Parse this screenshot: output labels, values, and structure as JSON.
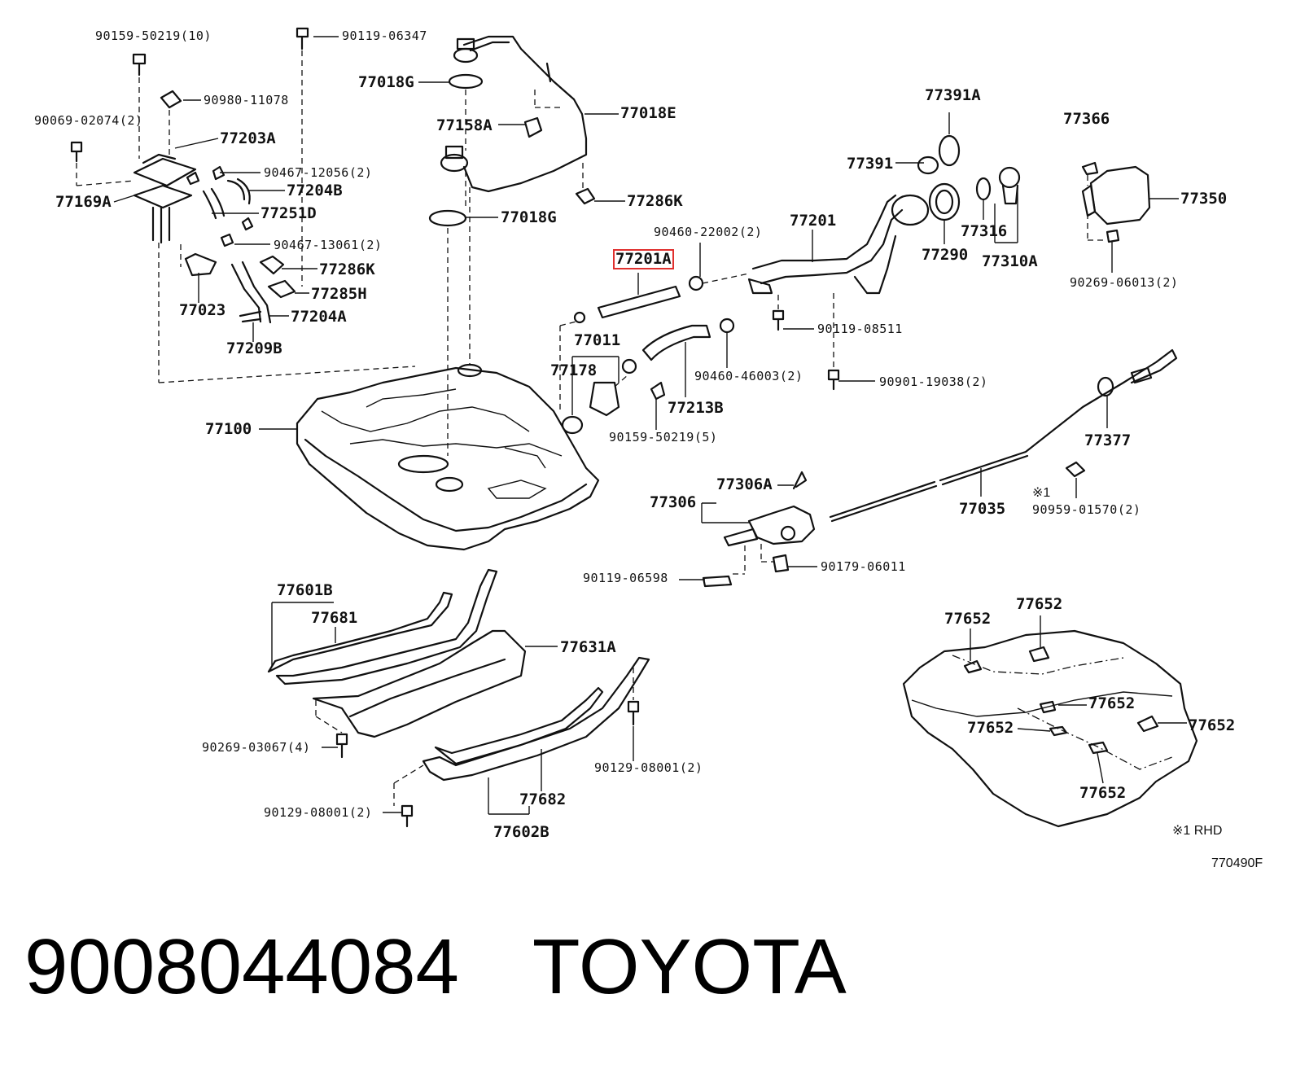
{
  "labels": {
    "l_90159_50219_10": "90159-50219(10)",
    "l_90119_06347": "90119-06347",
    "l_77018G_top": "77018G",
    "l_90980_11078": "90980-11078",
    "l_90069_02074": "90069-02074(2)",
    "l_77203A": "77203A",
    "l_77158A": "77158A",
    "l_77018E": "77018E",
    "l_90467_12056": "90467-12056(2)",
    "l_77204B": "77204B",
    "l_77169A": "77169A",
    "l_77251D": "77251D",
    "l_77018G_mid": "77018G",
    "l_77286K_top": "77286K",
    "l_90467_13061": "90467-13061(2)",
    "l_77286K_left": "77286K",
    "l_77285H": "77285H",
    "l_77023": "77023",
    "l_77204A": "77204A",
    "l_77209B": "77209B",
    "l_77391A": "77391A",
    "l_77366": "77366",
    "l_77391": "77391",
    "l_77350": "77350",
    "l_77201": "77201",
    "l_90460_22002": "90460-22002(2)",
    "l_77316": "77316",
    "l_77290": "77290",
    "l_77310A": "77310A",
    "l_90269_06013": "90269-06013(2)",
    "l_77201A": "77201A",
    "l_77011": "77011",
    "l_77178": "77178",
    "l_90119_08511": "90119-08511",
    "l_90460_46003": "90460-46003(2)",
    "l_90901_19038": "90901-19038(2)",
    "l_77213B": "77213B",
    "l_90159_50219_5": "90159-50219(5)",
    "l_77100": "77100",
    "l_77377": "77377",
    "l_77306A": "77306A",
    "l_77306": "77306",
    "l_note1_mark": "※1",
    "l_90959_01570": "90959-01570(2)",
    "l_77035": "77035",
    "l_90119_06598": "90119-06598",
    "l_90179_06011": "90179-06011",
    "l_77601B": "77601B",
    "l_77681": "77681",
    "l_77631A": "77631A",
    "l_77652_a": "77652",
    "l_77652_b": "77652",
    "l_77652_c": "77652",
    "l_77652_d": "77652",
    "l_77652_e": "77652",
    "l_77652_f": "77652",
    "l_90269_03067": "90269-03067(4)",
    "l_90129_08001_r": "90129-08001(2)",
    "l_77682": "77682",
    "l_90129_08001_l": "90129-08001(2)",
    "l_77602B": "77602B",
    "l_rhd_note": "※1 RHD",
    "l_figure_code": "770490F"
  },
  "footer": {
    "part_number": "9008044084",
    "brand": "TOYOTA"
  },
  "colors": {
    "line": "#111111",
    "highlight": "#e0302e",
    "background": "#ffffff"
  }
}
